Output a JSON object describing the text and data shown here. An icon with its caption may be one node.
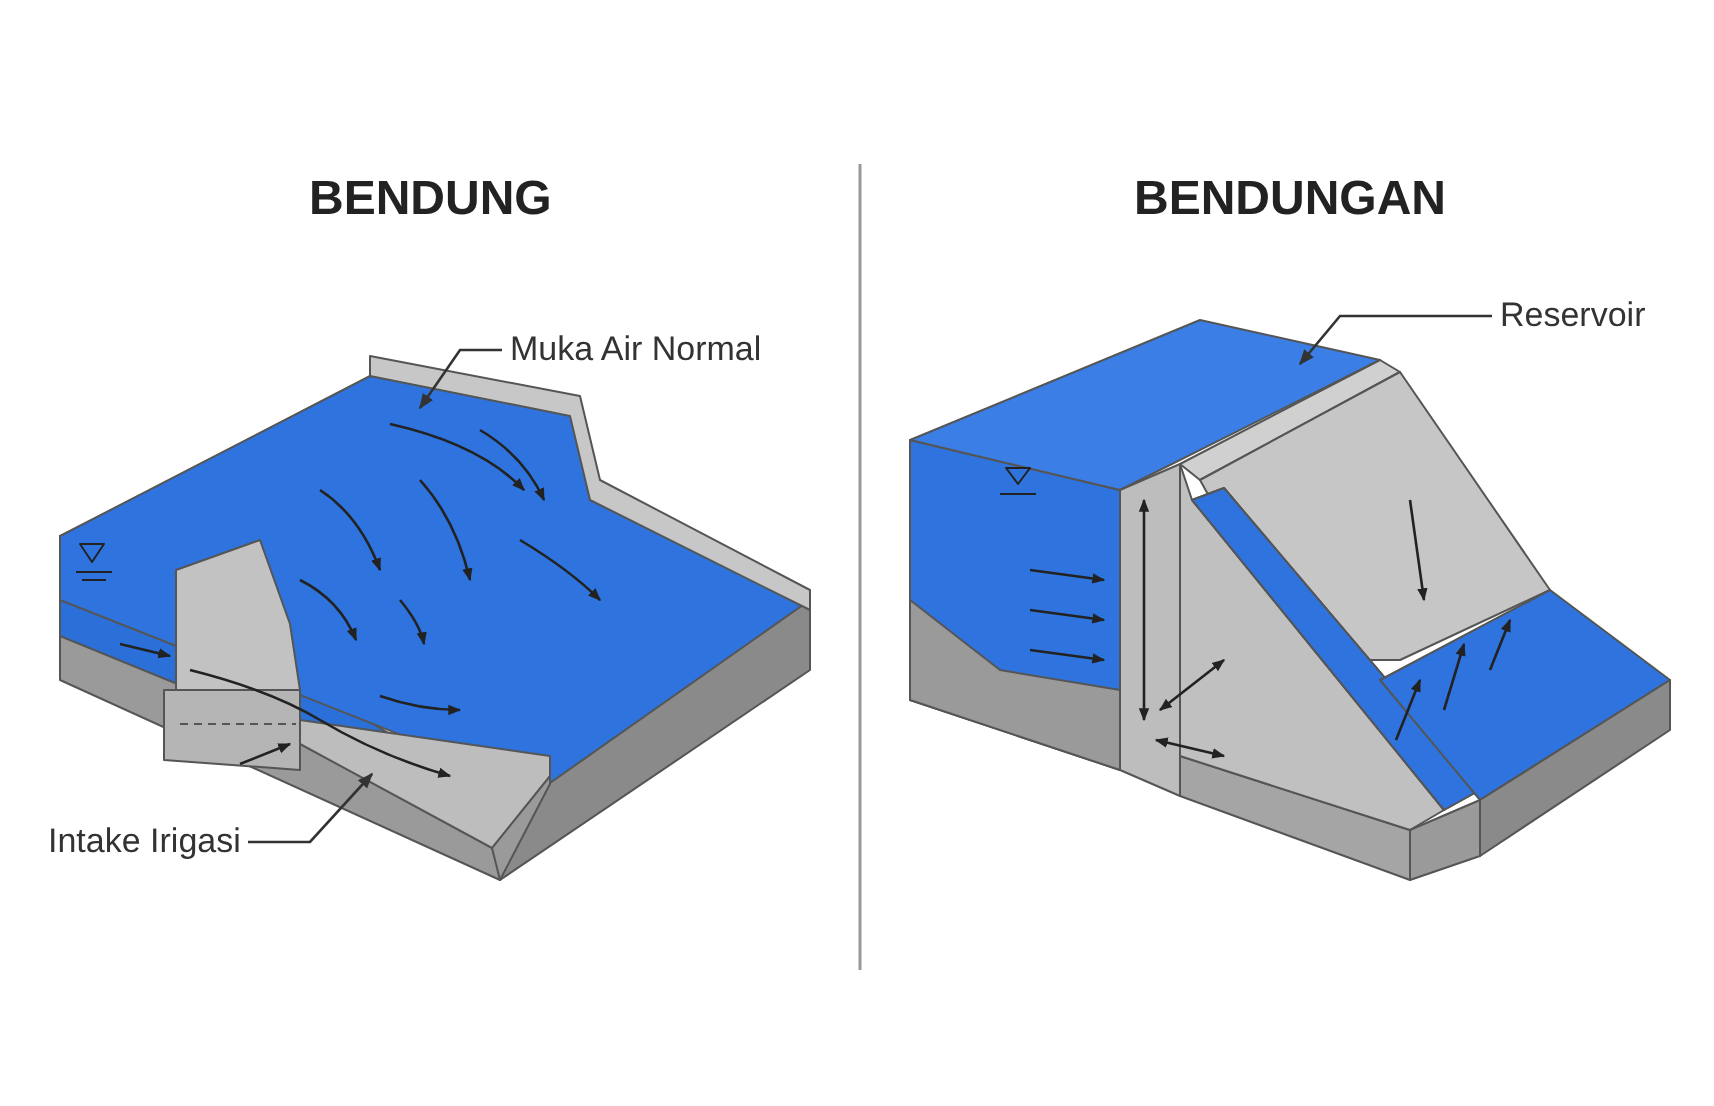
{
  "diagram": {
    "nodes": [
      {
        "text": [
          "Muka Air Normal"
        ]
      },
      {
        "text": [
          "Intake Irigasi"
        ]
      },
      {
        "text": [
          "Reservoir"
        ]
      }
    ],
    "edges": [
      {
        "from": 0,
        "to": null,
        "arrow": "to"
      },
      {
        "from": 1,
        "to": null,
        "arrow": "to"
      },
      {
        "from": 2,
        "to": null,
        "arrow": "to"
      }
    ],
    "labels": [
      "BENDUNG",
      "BENDUNGAN"
    ]
  }
}
